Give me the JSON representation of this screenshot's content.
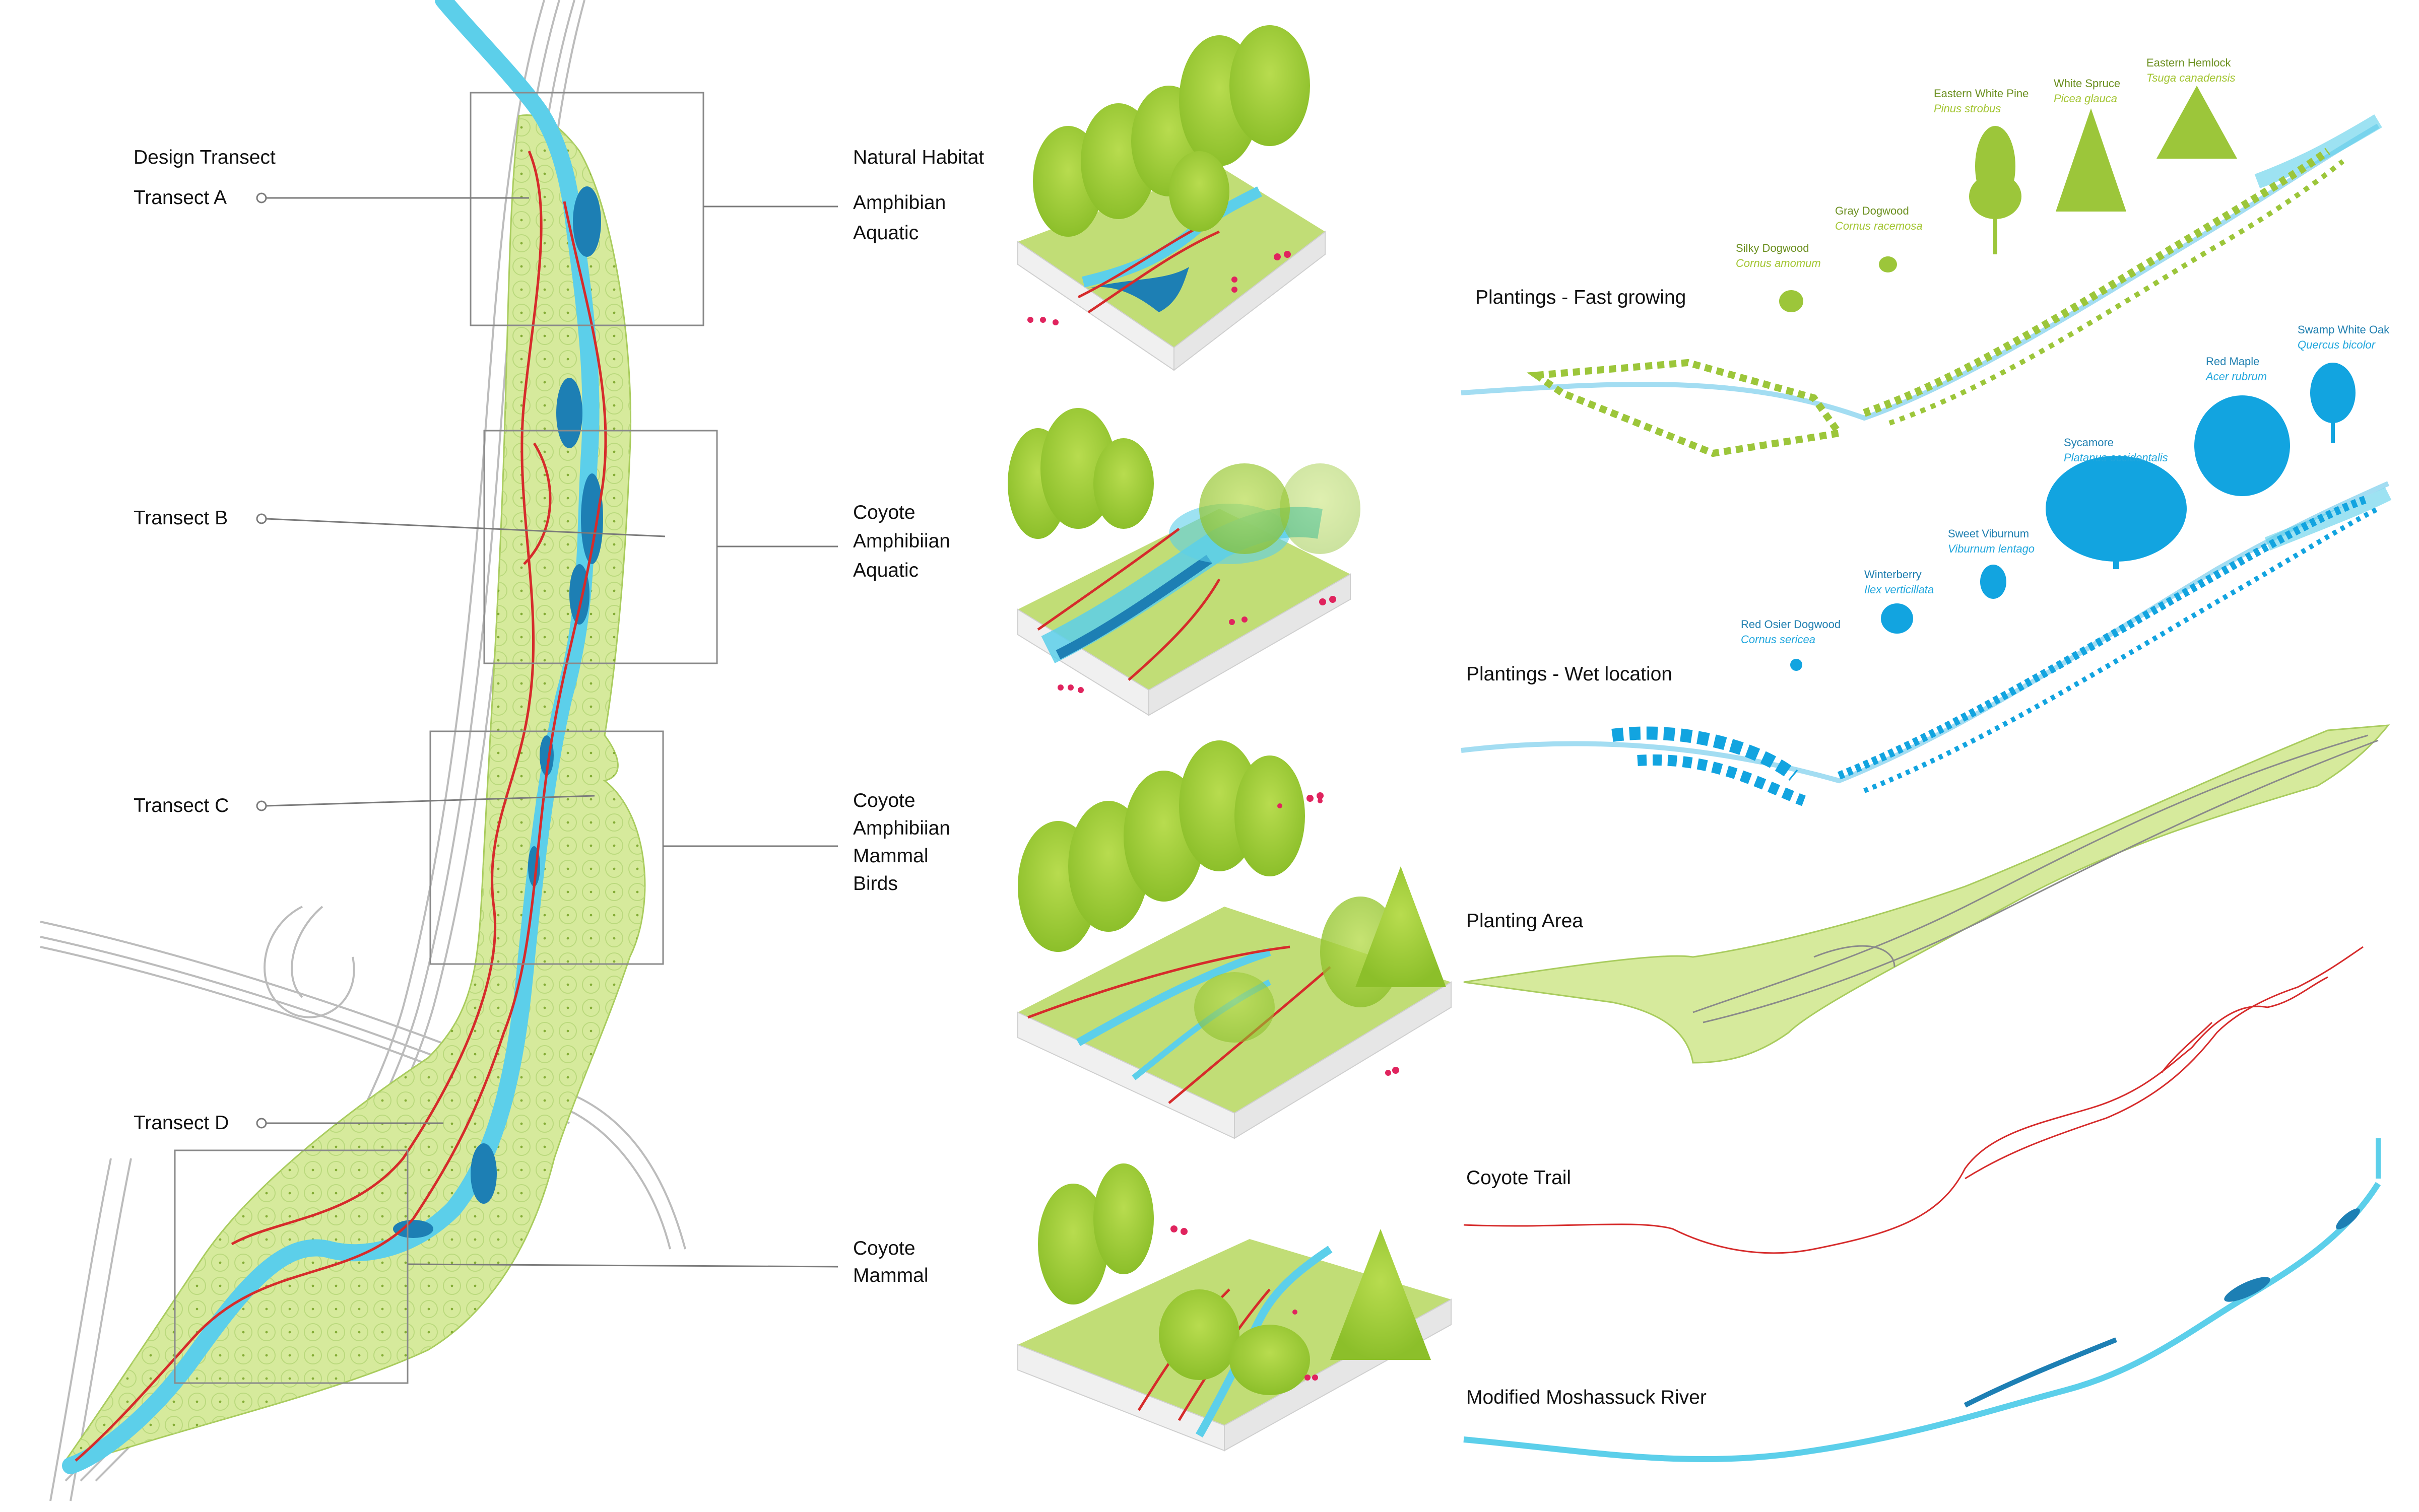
{
  "colors": {
    "land": "#d6ea9c",
    "land_dark": "#b9d865",
    "water_light": "#5ccfea",
    "water_deep": "#1d7fb4",
    "trail": "#d62b2b",
    "tree_green": "#9cc63a",
    "tree_blue": "#12a4e0",
    "animal_pink": "#e0245e",
    "road_gray": "#b5b5b5",
    "box_gray": "#7a7a7a"
  },
  "transects": {
    "heading": "Design Transect",
    "a": "Transect A",
    "b": "Transect B",
    "c": "Transect C",
    "d": "Transect D"
  },
  "habitat": {
    "heading": "Natural Habitat",
    "a": [
      "Amphibian",
      "Aquatic"
    ],
    "b": [
      "Coyote",
      "Amphibiian",
      "Aquatic"
    ],
    "c": [
      "Coyote",
      "Amphibiian",
      "Mammal",
      "Birds"
    ],
    "d": [
      "Coyote",
      "Mammal"
    ]
  },
  "layers": {
    "fast": "Plantings - Fast growing",
    "wet": "Plantings - Wet location",
    "area": "Planting Area",
    "coyote": "Coyote Trail",
    "river": "Modified Moshassuck River"
  },
  "fast_growing_species": [
    {
      "name": "Eastern White Pine",
      "latin": "Pinus strobus",
      "icon": "pine-tree-icon"
    },
    {
      "name": "White Spruce",
      "latin": "Picea glauca",
      "icon": "spruce-tree-icon"
    },
    {
      "name": "Eastern Hemlock",
      "latin": "Tsuga canadensis",
      "icon": "hemlock-tree-icon"
    },
    {
      "name": "Gray Dogwood",
      "latin": "Cornus racemosa",
      "icon": "shrub-icon"
    },
    {
      "name": "Silky Dogwood",
      "latin": "Cornus amomum",
      "icon": "shrub-icon"
    }
  ],
  "wet_species": [
    {
      "name": "Swamp White Oak",
      "latin": "Quercus bicolor",
      "icon": "oak-tree-icon"
    },
    {
      "name": "Red Maple",
      "latin": "Acer rubrum",
      "icon": "maple-tree-icon"
    },
    {
      "name": "Sycamore",
      "latin": "Platanus occidentalis",
      "icon": "sycamore-tree-icon"
    },
    {
      "name": "Sweet Viburnum",
      "latin": "Viburnum lentago",
      "icon": "shrub-icon"
    },
    {
      "name": "Winterberry",
      "latin": "Ilex verticillata",
      "icon": "shrub-icon"
    },
    {
      "name": "Red Osier Dogwood",
      "latin": "Cornus sericea",
      "icon": "shrub-icon"
    }
  ]
}
